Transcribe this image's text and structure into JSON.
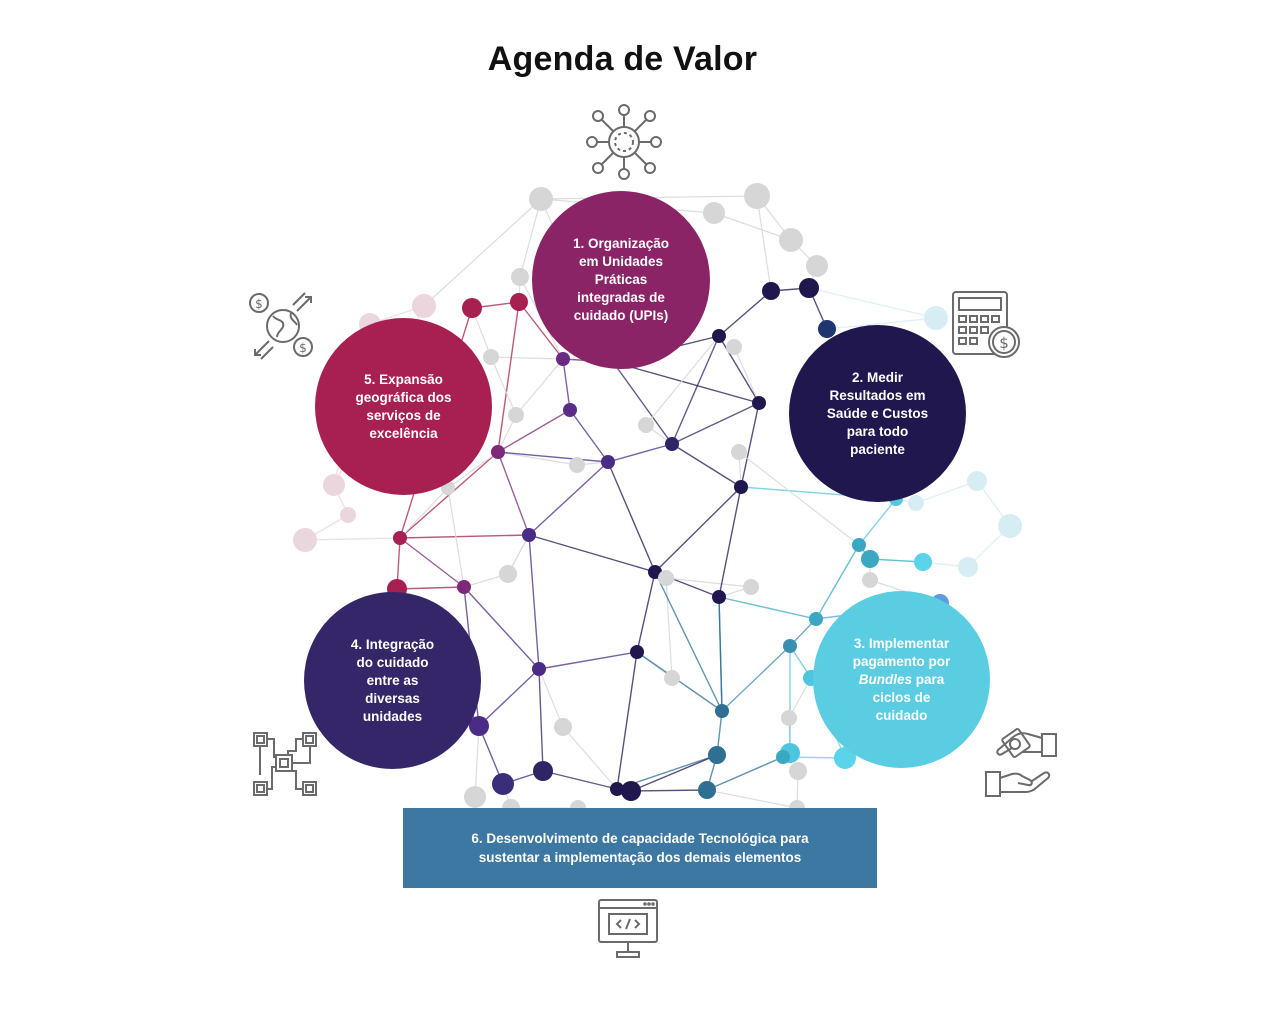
{
  "title": "Agenda de Valor",
  "elements": [
    {
      "id": "e1",
      "label": "1. Organização em Unidades Práticas integradas de cuidado (UPIs)",
      "color": "#8a2466",
      "icon": "network-hub-icon"
    },
    {
      "id": "e2",
      "label": "2. Medir Resultados em Saúde e Custos para todo paciente",
      "color": "#21174f",
      "icon": "calculator-dollar-icon"
    },
    {
      "id": "e3",
      "label_before": "3. Implementar pagamento por ",
      "label_em": "Bundles",
      "label_after": " para ciclos de cuidado",
      "color": "#5bcde3",
      "icon": "hand-money-exchange-icon"
    },
    {
      "id": "e4",
      "label": "4. Integração do cuidado entre as diversas unidades",
      "color": "#35266a",
      "icon": "circuit-connections-icon"
    },
    {
      "id": "e5",
      "label": "5. Expansão geográfica dos serviços de excelência",
      "color": "#a81f52",
      "icon": "globe-money-icon"
    },
    {
      "id": "e6",
      "label": "6. Desenvolvimento de capacidade Tecnológica para sustentar a implementação dos demais elementos",
      "color": "#3d78a3",
      "icon": "computer-code-icon"
    }
  ]
}
